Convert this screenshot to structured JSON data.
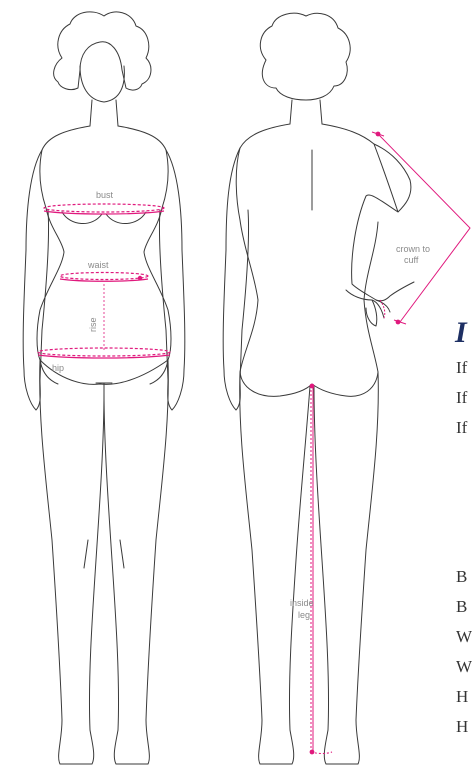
{
  "labels": {
    "bust": "bust",
    "waist": "waist",
    "rise": "rise",
    "hip": "hip",
    "crown_to_cuff_1": "crown to",
    "crown_to_cuff_2": "cuff",
    "inside_leg_1": "inside",
    "inside_leg_2": "leg"
  },
  "side_text": {
    "heading": "I",
    "lines": [
      "If",
      "If",
      "If",
      "B",
      "B",
      "W",
      "W",
      "H",
      "H"
    ]
  },
  "colors": {
    "accent": "#e0197d",
    "outline": "#3a3a3a",
    "label": "#8a8a8a",
    "heading": "#1d2f63"
  }
}
